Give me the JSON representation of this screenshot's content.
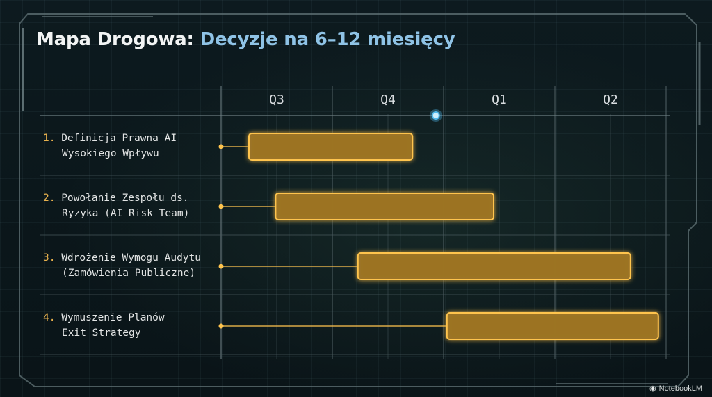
{
  "title": {
    "part1": "Mapa Drogowa:",
    "part2": "Decyzje na 6–12 miesięcy"
  },
  "watermark": "NotebookLM",
  "colors": {
    "bar_fill": "#9c7424",
    "bar_stroke": "#ffc44e",
    "today_line": "#4fb8ec",
    "title_accent": "#8fc3e6",
    "number": "#e8b14d"
  },
  "chart_data": {
    "type": "bar",
    "orientation": "gantt",
    "x_ticks": [
      "Q3",
      "Q4",
      "Q1",
      "Q2"
    ],
    "xlim": [
      0,
      4
    ],
    "today_marker": 1.93,
    "tasks": [
      {
        "num": "1.",
        "lines": [
          "Definicja Prawna AI",
          "Wysokiego Wpływu"
        ],
        "start": 0.25,
        "end": 1.72
      },
      {
        "num": "2.",
        "lines": [
          "Powołanie Zespołu ds.",
          "Ryzyka (AI Risk Team)"
        ],
        "start": 0.49,
        "end": 2.45
      },
      {
        "num": "3.",
        "lines": [
          "Wdrożenie Wymogu Audytu",
          "(Zamówienia Publiczne)"
        ],
        "start": 1.23,
        "end": 3.68
      },
      {
        "num": "4.",
        "lines": [
          "Wymuszenie Planów",
          "Exit Strategy"
        ],
        "start": 2.03,
        "end": 3.93
      }
    ],
    "grid": true,
    "legend": "none"
  }
}
